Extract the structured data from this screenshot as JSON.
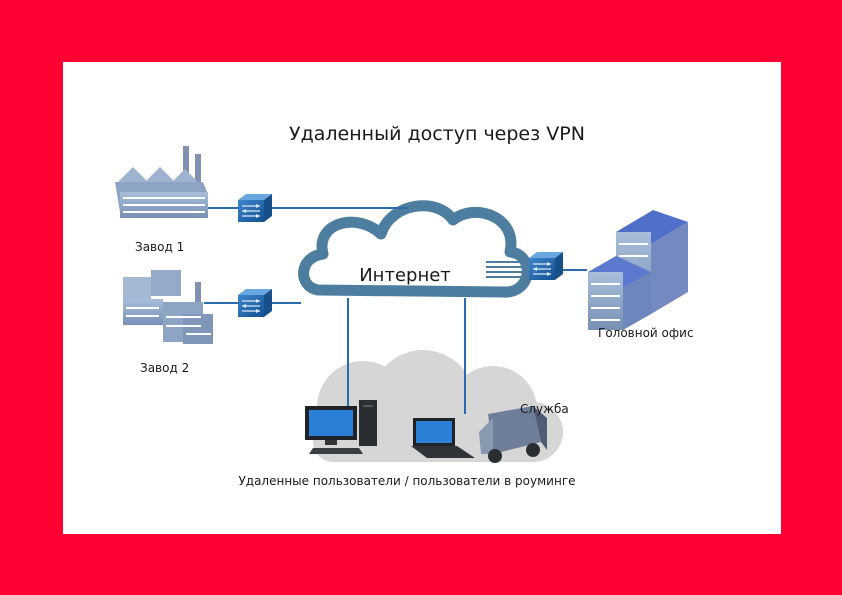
{
  "diagram": {
    "title": "Удаленный доступ через VPN",
    "internet_label": "Интернет",
    "factory1_label": "Завод 1",
    "factory2_label": "Завод 2",
    "head_office_label": "Головной офис",
    "service_label": "Служба",
    "remote_users_label": "Удаленные пользователи / пользователи в роуминге"
  },
  "colors": {
    "frame_border": "#ff0033",
    "link": "#2a6cab",
    "cloud_stroke": "#4e7e9f",
    "remote_cloud": "#d6d6d6",
    "building_blue": "#8fa8c8"
  }
}
